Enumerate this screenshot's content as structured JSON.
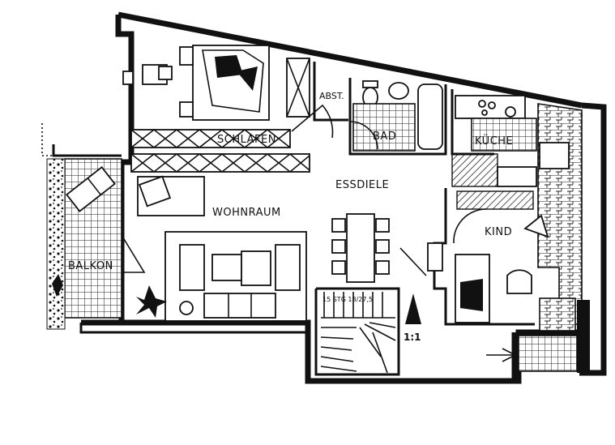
{
  "rooms": {
    "schlafen": "SCHLAFEN",
    "abst": "ABST.",
    "bad": "BAD",
    "kueche": "KÜCHE",
    "essdiele": "ESSDIELE",
    "wohnraum": "WOHNRAUM",
    "kind": "KIND",
    "balkon": "BALKON"
  },
  "stair_note": "15 STG 18/27,5",
  "scale": "1:1"
}
